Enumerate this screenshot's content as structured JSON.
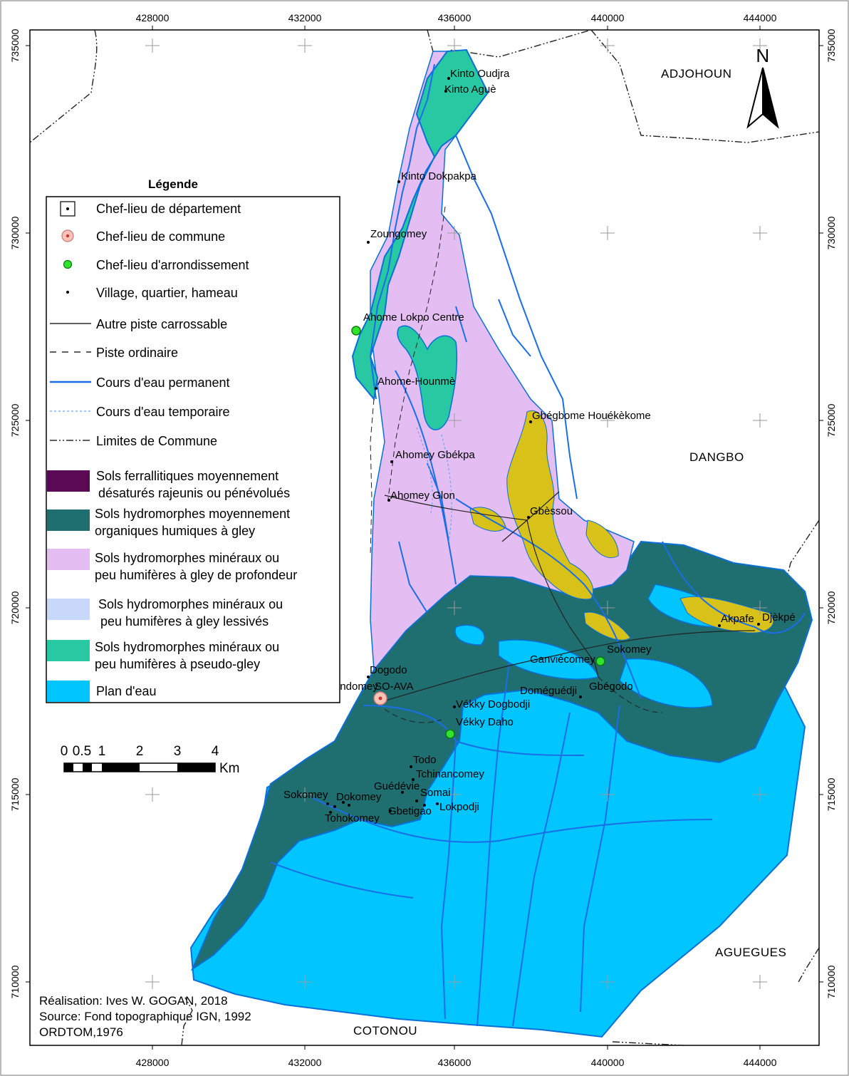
{
  "map": {
    "x_ticks": [
      "428000",
      "432000",
      "436000",
      "440000",
      "444000"
    ],
    "y_ticks": [
      "735000",
      "730000",
      "725000",
      "720000",
      "715000",
      "710000"
    ]
  },
  "communes": {
    "adjohoun": "ADJOHOUN",
    "dangbo": "DANGBO",
    "aguegues": "AGUEGUES",
    "cotonou": "COTONOU"
  },
  "places": [
    "Kinto Oudjra",
    "Kinto Aguè",
    "Kinto Dokpakpa",
    "Zoungomey",
    "Ahome Lokpo Centre",
    "Ahome-Hounmè",
    "Gbégbome Houékèkome",
    "Ahomey Gbékpa",
    "Ahomey Glon",
    "Gbèssou",
    "Akpafe",
    "Djèkpé",
    "Sokomey",
    "Ganviécomey",
    "Dogodo",
    "Sindomey",
    "SO-AVA",
    "Doméguédji",
    "Gbégodo",
    "Vékky Dogbodji",
    "Vékky Daho",
    "Todo",
    "Tchinancomey",
    "Guédévie",
    "Sokomey",
    "Dokomey",
    "Somai",
    "Gbetigao",
    "Lokpodji",
    "Tohokomey"
  ],
  "legend": {
    "title": "Légende",
    "items": [
      "Chef-lieu de département",
      "Chef-lieu de commune",
      "Chef-lieu d'arrondissement",
      "Village, quartier, hameau",
      "Autre piste carrossable",
      "Piste ordinaire",
      "Cours d'eau permanent",
      "Cours d'eau temporaire",
      "Limites de Commune"
    ],
    "soils": [
      [
        "Sols ferrallitiques moyennement",
        "désaturés rajeunis ou pénévolués"
      ],
      [
        "Sols hydromorphes moyennement",
        "organiques humiques à gley"
      ],
      [
        "Sols hydromorphes minéraux ou",
        "peu humifères à gley de profondeur"
      ],
      [
        "Sols hydromorphes  minéraux ou",
        "peu humifères à gley lessivés"
      ],
      [
        "Sols hydromorphes minéraux ou",
        "peu humifères à pseudo-gley"
      ],
      [
        "Plan d'eau"
      ]
    ]
  },
  "scale": {
    "labels": [
      "0",
      "0.5",
      "1",
      "2",
      "3",
      "4"
    ],
    "unit": "Km"
  },
  "north": "N",
  "credits": {
    "line1": "Réalisation: Ives W. GOGAN,  2018",
    "line2": "Source: Fond topographique IGN, 1992",
    "line3": "ORDTOM,1976"
  },
  "colors": {
    "water": "#00c5ff",
    "organic_gley": "#1f6e70",
    "mineral_deep_gley": "#e4bdf2",
    "pseudo_gley": "#27c8a2",
    "leached_gley": "#c7d8fb",
    "ferrallitic": "#5a0a55",
    "yellow_soil": "#d8c21a",
    "river": "#1a6ee8"
  }
}
